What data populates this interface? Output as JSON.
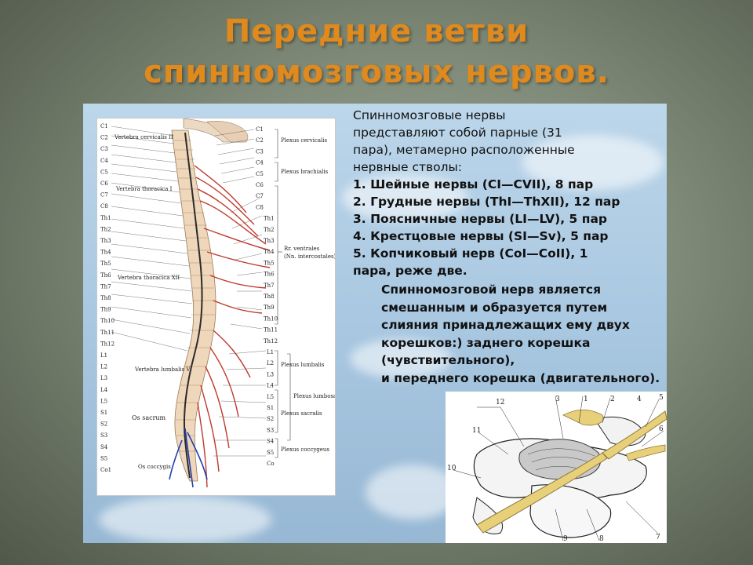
{
  "title": {
    "line1": "Передние ветви",
    "line2": "спинномозговых нервов."
  },
  "text": {
    "intro": "Спинномозговые нервы\nпредставляют собой парные (31\nпара), метамерно расположенные\nнервные стволы:",
    "items": [
      "1. Шейные нервы (CI—CVII), 8 пар",
      "2. Грудные нервы (ThI—ThXII), 12 пар",
      "3. Поясничные нервы (LI—LV), 5 пар",
      "4. Крестцовые нервы (SI—Sv), 5 пар",
      "5. Копчиковый нерв (CoI—CoII), 1",
      "пара, реже две."
    ],
    "note": "Спинномозговой нерв является\nсмешанным и образуется путем\nслияния принадлежащих ему двух\nкорешков:) заднего корешка\n(чувствительного),\nи переднего корешка (двигательного)."
  },
  "spine_figure": {
    "labels_left": [
      "C1",
      "C2",
      "C3",
      "C4",
      "C5",
      "C6",
      "C7",
      "C8",
      "Th1",
      "Th2",
      "Th3",
      "Th4",
      "Th5",
      "Th6",
      "Th7",
      "Th8",
      "Th9",
      "Th10",
      "Th11",
      "Th12",
      "L1",
      "L2",
      "L3",
      "L4",
      "L5",
      "S1",
      "S2",
      "S3",
      "S4",
      "S5",
      "Co1"
    ],
    "labels_right": [
      "C1",
      "C2",
      "C3",
      "C4",
      "C5",
      "C6",
      "C7",
      "C8",
      "Th1",
      "Th2",
      "Th3",
      "Th4",
      "Th5",
      "Th6",
      "Th7",
      "Th8",
      "Th9",
      "Th10",
      "Th11",
      "Th12",
      "L1",
      "L2",
      "L3",
      "L4",
      "L5",
      "S1",
      "S2",
      "S3",
      "S4",
      "S5",
      "Co"
    ],
    "annotations": {
      "vertebra_cervicalis": "Vertebra cervicalis II",
      "vertebra_thoracica_1": "Vertebra thoracica I",
      "vertebra_thoracica_12": "Vertebra thoracica XII",
      "vertebra_lumbalis": "Vertebra lumbalis V",
      "os_sacrum": "Os sacrum",
      "os_coccygis": "Os coccygis",
      "plexus_cervicalis": "Plexus cervicalis",
      "plexus_brachialis": "Plexus brachialis",
      "rr_ventrales": "Rr. ventrales",
      "nn_intercostales": "(Nn. intercostales)",
      "plexus_lumbalis": "Plexus lumbalis",
      "plexus_lumbosacralis": "Plexus lumbosacralis",
      "plexus_sacralis": "Plexus sacralis",
      "plexus_coccygeus": "Plexus coccygeus"
    }
  },
  "nerve_figure": {
    "numbers": [
      "1",
      "2",
      "3",
      "4",
      "5",
      "6",
      "7",
      "8",
      "9",
      "10",
      "11",
      "12"
    ]
  },
  "colors": {
    "title": "#e08a1e",
    "nerve_red": "#c0392b",
    "nerve_blue": "#1f3fae",
    "nerve_yellow": "#e8cf7a"
  }
}
